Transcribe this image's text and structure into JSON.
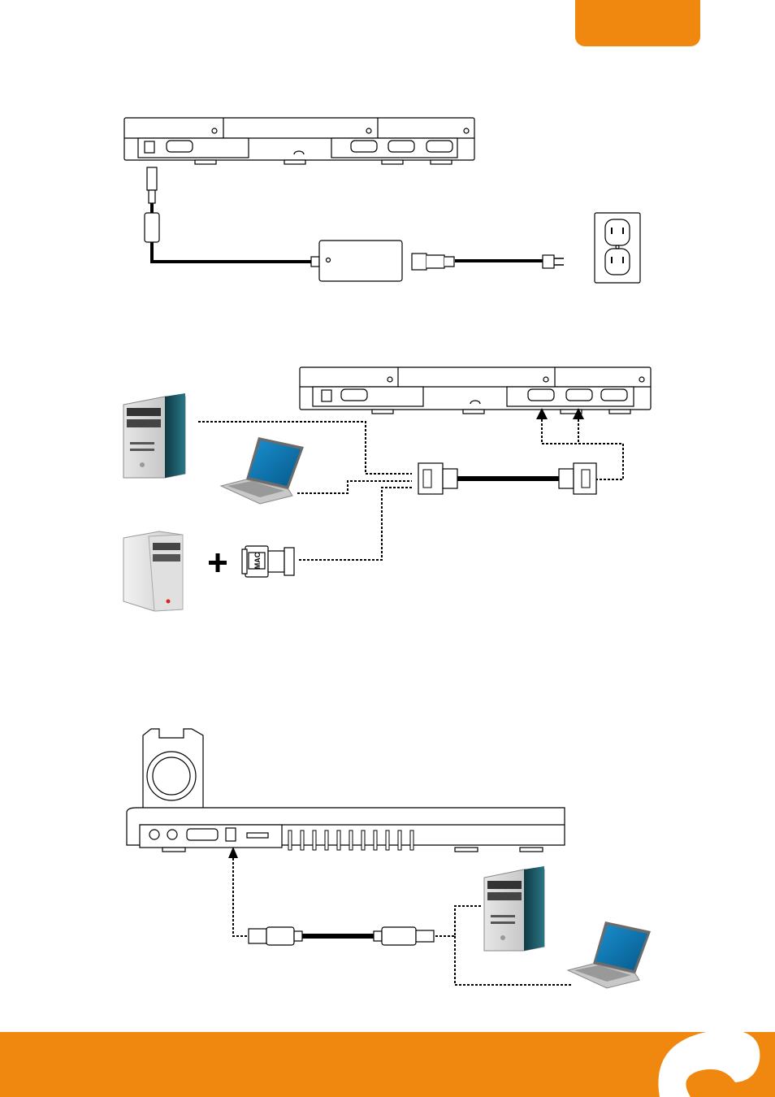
{
  "theme": {
    "accent": "#F0870F",
    "line": "#000000",
    "tower_panel": "#1d5a69",
    "screen": "#0a6fa6"
  },
  "sections": [
    {
      "id": "power-connection",
      "icons": [
        "document-camera-rear-icon",
        "power-adapter-icon",
        "power-cord-icon",
        "wall-outlet-icon"
      ]
    },
    {
      "id": "vga-input-connection",
      "icons": [
        "desktop-pc-icon",
        "laptop-icon",
        "vga-cable-icon",
        "mac-pc-icon",
        "plus-icon",
        "mac-adapter-icon"
      ]
    },
    {
      "id": "usb-connection",
      "icons": [
        "document-camera-side-icon",
        "usb-cable-icon",
        "desktop-pc-icon",
        "laptop-icon"
      ]
    }
  ],
  "labels": {
    "mac_adapter": "MAC"
  }
}
